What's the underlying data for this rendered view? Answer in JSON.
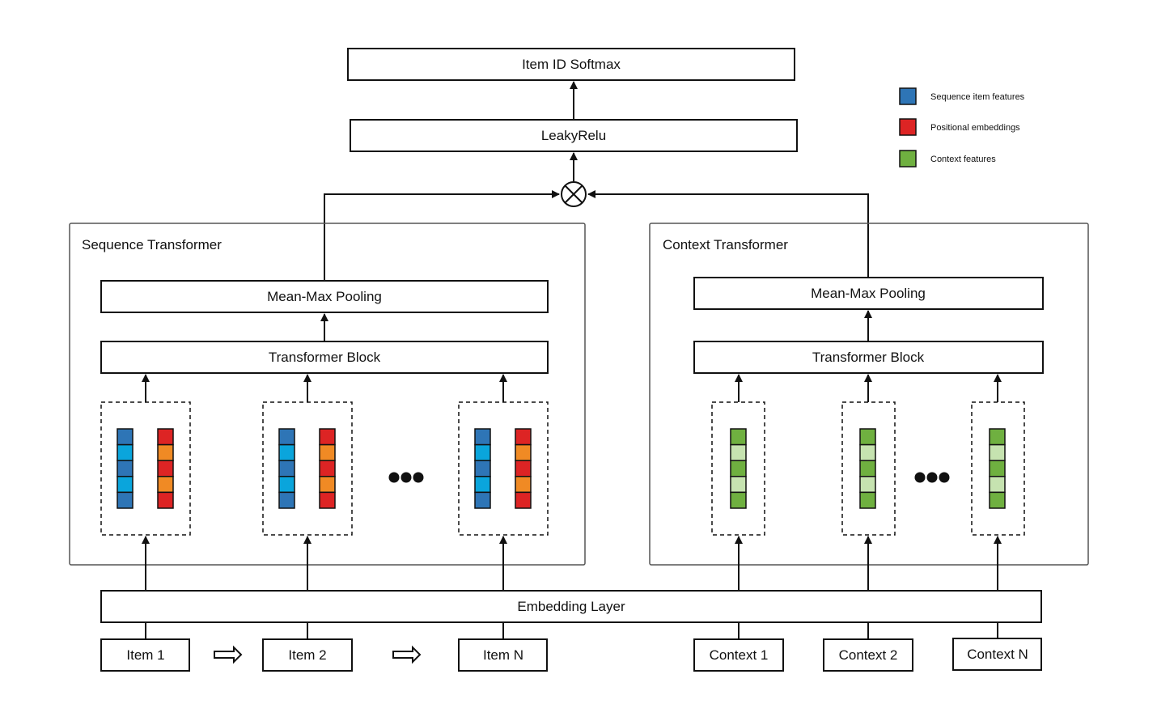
{
  "colors": {
    "stroke": "#111111",
    "panel_border": "#555555",
    "seq_blue_dark": "#2e75b6",
    "seq_blue_light": "#0aa5dc",
    "pos_red": "#dd2424",
    "pos_orange": "#f08a24",
    "ctx_green_dark": "#6fb040",
    "ctx_green_light": "#c6e3b0"
  },
  "top": {
    "softmax": "Item ID Softmax",
    "leaky": "LeakyRelu"
  },
  "combine_icon": "circled-times-icon",
  "legend": [
    {
      "label": "Sequence item features",
      "color": "#2e75b6"
    },
    {
      "label": "Positional embeddings",
      "color": "#dd2424"
    },
    {
      "label": "Context features",
      "color": "#6fb040"
    }
  ],
  "sequence": {
    "title": "Sequence Transformer",
    "pooling": "Mean-Max Pooling",
    "block": "Transformer Block"
  },
  "context": {
    "title": "Context Transformer",
    "pooling": "Mean-Max Pooling",
    "block": "Transformer Block"
  },
  "embedding": "Embedding Layer",
  "items": [
    "Item 1",
    "Item 2",
    "Item N"
  ],
  "contexts": [
    "Context 1",
    "Context 2",
    "Context N"
  ],
  "sequence_arrow_icon": "hollow-right-arrow-icon",
  "ellipsis_icon": "ellipsis-dots-icon"
}
